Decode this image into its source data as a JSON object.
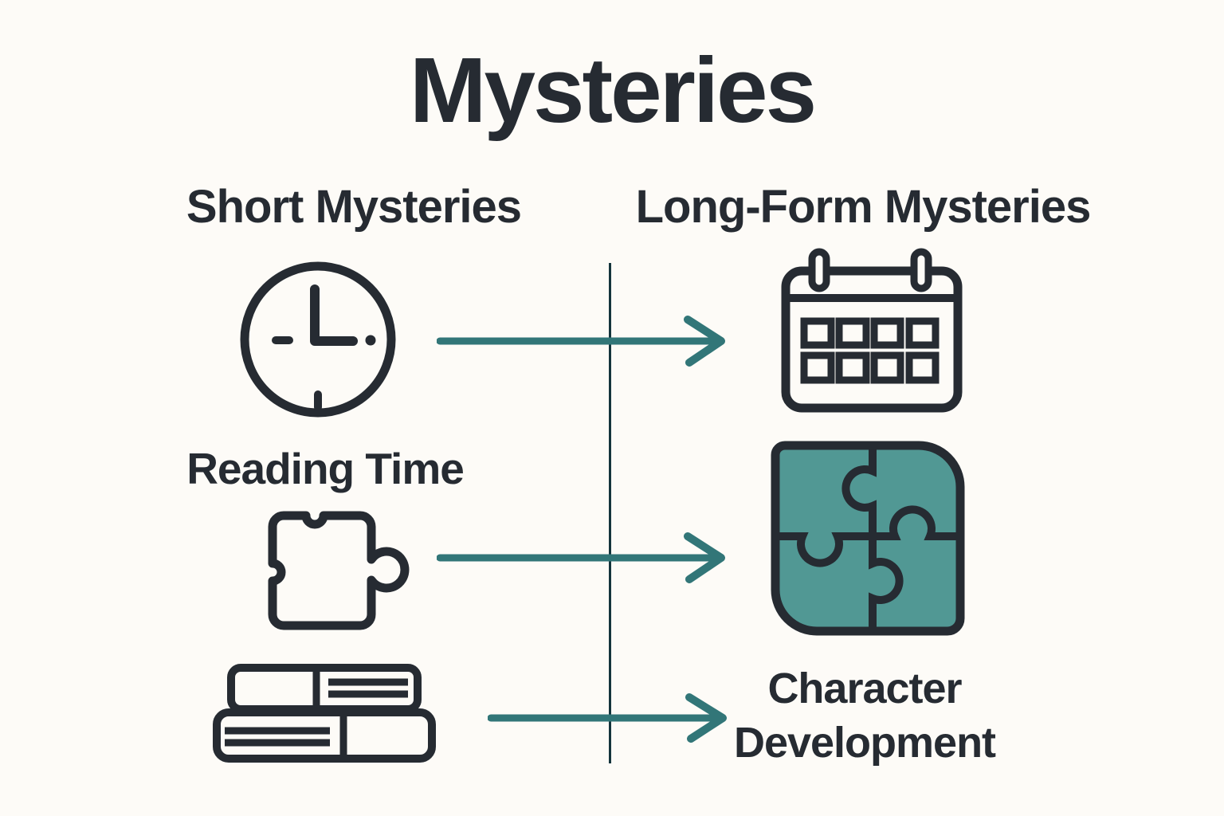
{
  "page": {
    "title": "Mysteries"
  },
  "colors": {
    "ink": "#262B32",
    "arrow": "#327678",
    "puzzle_fill": "#519894",
    "divider": "#14343C",
    "background": "#FDFBF7"
  },
  "left_column": {
    "header": "Short Mysteries",
    "reading_time_label": "Reading Time",
    "icons": [
      "clock-icon",
      "puzzle-piece-icon",
      "books-icon"
    ]
  },
  "right_column": {
    "header": "Long-Form Mysteries",
    "character_development_label": "Character Development",
    "icons": [
      "calendar-icon",
      "puzzle-grid-icon"
    ]
  },
  "connectors": {
    "type": "arrow-right",
    "count": 3
  }
}
